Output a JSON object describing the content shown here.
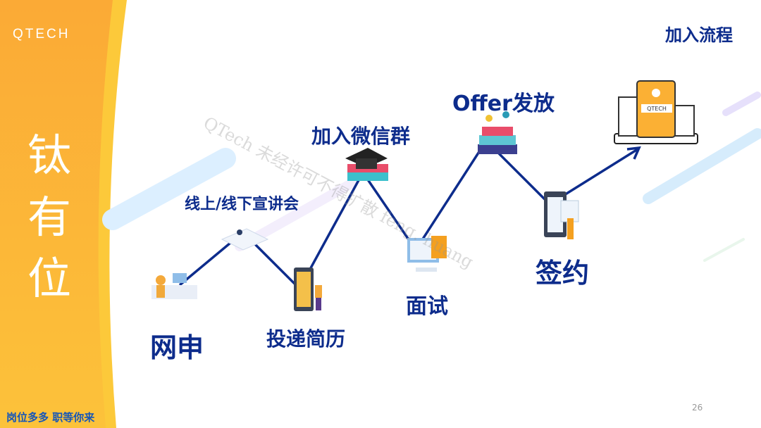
{
  "logo": "QTECH",
  "vertical_title": [
    "钛",
    "有",
    "位"
  ],
  "slogan": "岗位多多 职等你来",
  "title": "加入流程",
  "steps": {
    "s1": "网申",
    "s2": "线上/线下宣讲会",
    "s3": "投递简历",
    "s4": "加入微信群",
    "s5": "面试",
    "s6": "Offer发放",
    "s7": "签约"
  },
  "watermark": "QTech 未经许可不得扩散 feng. huang",
  "page_number": "26",
  "colors": {
    "accent": "#0d2c8c",
    "orange": "#fbb034",
    "line": "#0d2c8c"
  }
}
